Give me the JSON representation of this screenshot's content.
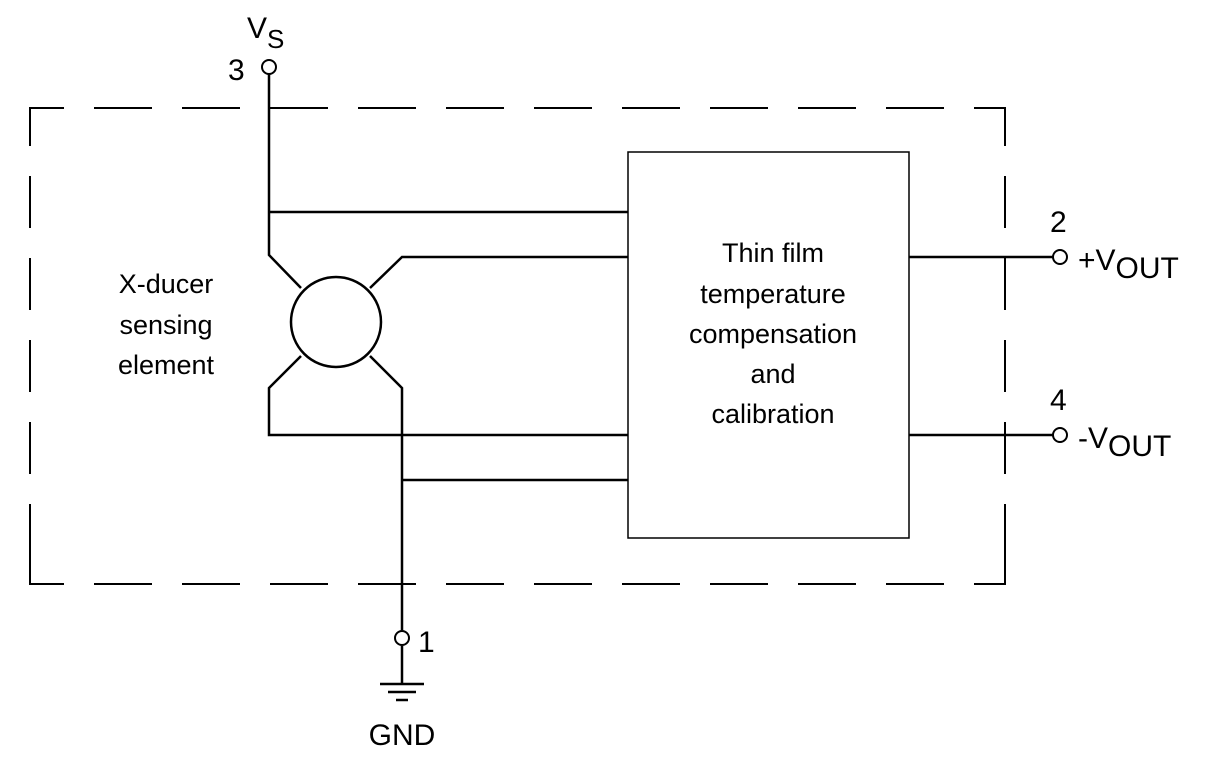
{
  "pins": {
    "vs": {
      "number": "3",
      "label": "V",
      "sub": "S"
    },
    "vout_pos": {
      "number": "2",
      "label": "+V",
      "sub": "OUT"
    },
    "vout_neg": {
      "number": "4",
      "label": "-V",
      "sub": "OUT"
    },
    "gnd": {
      "number": "1",
      "label": "GND"
    }
  },
  "sensor_label": [
    "X-ducer",
    "sensing",
    "element"
  ],
  "block_label": [
    "Thin film",
    "temperature",
    "compensation",
    "and",
    "calibration"
  ]
}
